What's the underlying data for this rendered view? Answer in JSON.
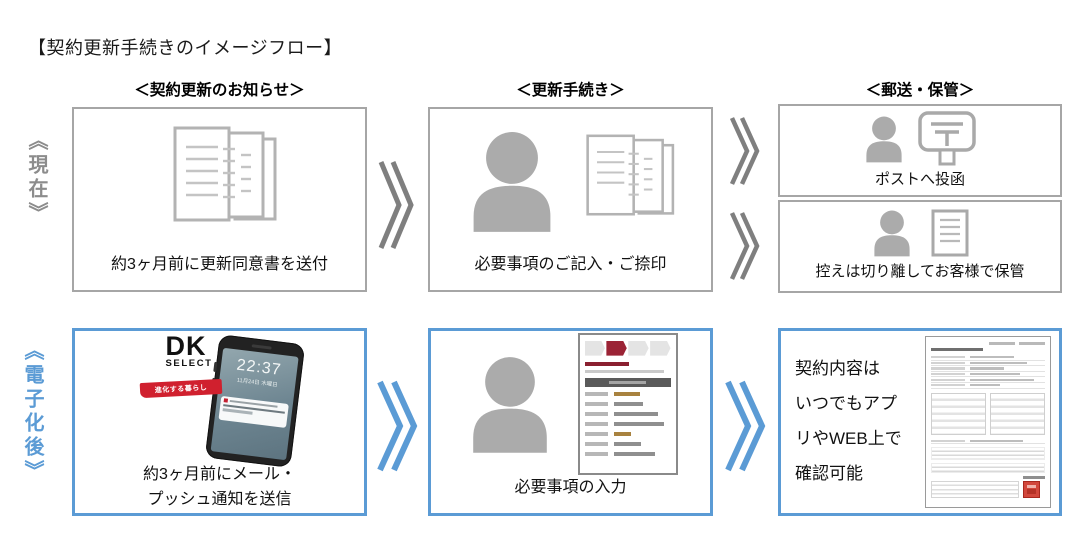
{
  "title": "【契約更新手続きのイメージフロー】",
  "headers": {
    "notice": "＜契約更新のお知らせ＞",
    "procedure": "＜更新手続き＞",
    "mailing": "＜郵送・保管＞"
  },
  "row_labels": {
    "current": "《現在》",
    "digital": "《電子化後》"
  },
  "boxes": {
    "current_notice": {
      "caption": "約3ヶ月前に更新同意書を送付"
    },
    "current_procedure": {
      "caption": "必要事項のご記入・ご捺印"
    },
    "current_post": {
      "caption": "ポストへ投函"
    },
    "current_keep": {
      "caption": "控えは切り離してお客様で保管"
    },
    "digital_notice": {
      "caption": "約3ヶ月前にメール・\nプッシュ通知を送信"
    },
    "digital_procedure": {
      "caption": "必要事項の入力"
    },
    "digital_confirm": {
      "caption": "契約内容は\nいつでもアプ\nリやWEB上で\n確認可能"
    }
  },
  "phone": {
    "brand_line1": "DK",
    "brand_line2": "SELECT",
    "ribbon": "進化する暮らし",
    "time": "22:37",
    "date": "11月24日 木曜日"
  },
  "icons": {
    "documents": "document-stack-icon",
    "person": "person-icon",
    "postbox": "postal-mark-sign-icon",
    "single_document": "document-icon"
  },
  "colors": {
    "current_accent": "#a6a6a6",
    "digital_accent": "#5b9bd5",
    "icon_gray": "#ababab",
    "badge_red": "#d0202e",
    "step_red": "#9b2335",
    "stamp_red": "#d2473c"
  }
}
